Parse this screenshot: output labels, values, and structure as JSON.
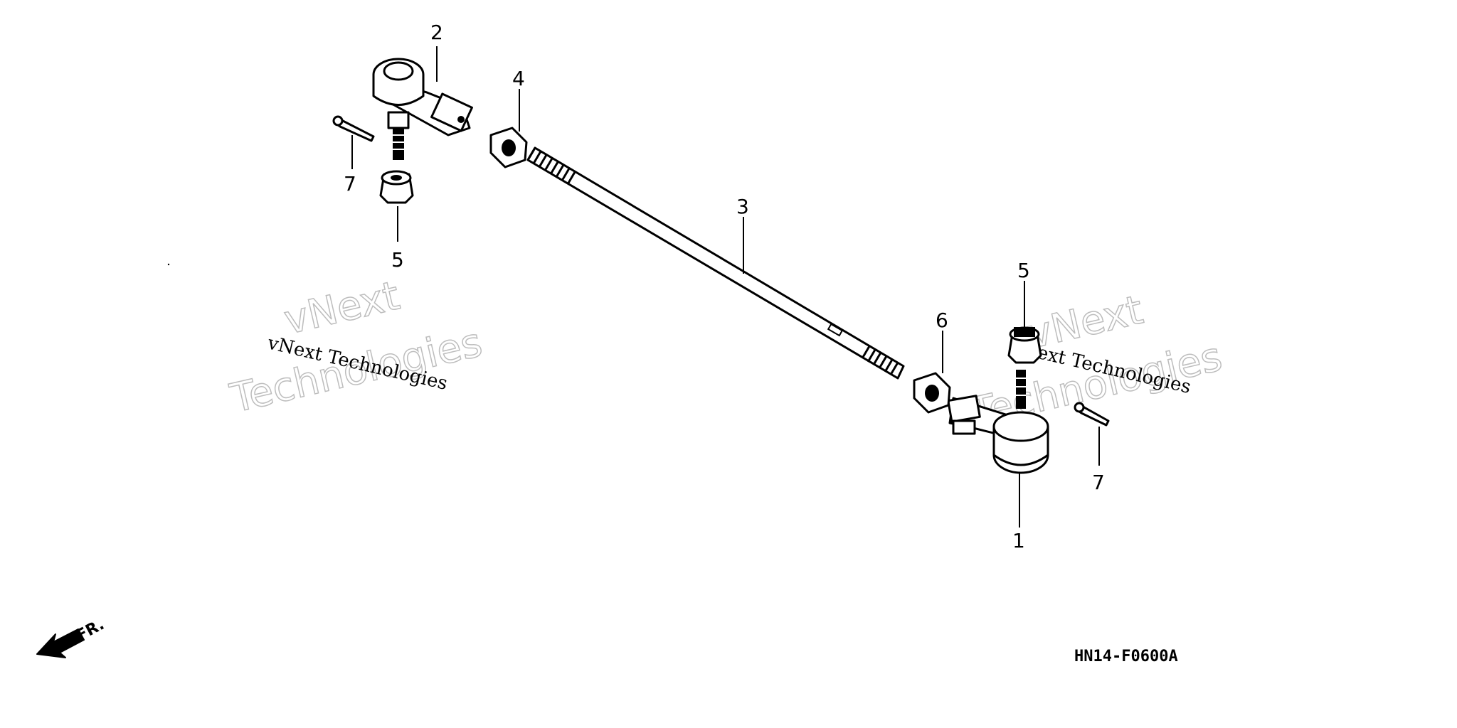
{
  "diagram": {
    "callouts": {
      "c1": "1",
      "c2": "2",
      "c3": "3",
      "c4": "4",
      "c5a": "5",
      "c5b": "5",
      "c6": "6",
      "c7a": "7",
      "c7b": "7"
    },
    "diagram_code": "HN14-F0600A",
    "direction_label": "FR.",
    "watermarks": {
      "left_small": "vNext Technologies",
      "left_big_line1": "vNext",
      "left_big_line2": "Technologies",
      "right_small": "vNext Technologies",
      "right_big_line1": "vNext",
      "right_big_line2": "Technologies"
    }
  }
}
